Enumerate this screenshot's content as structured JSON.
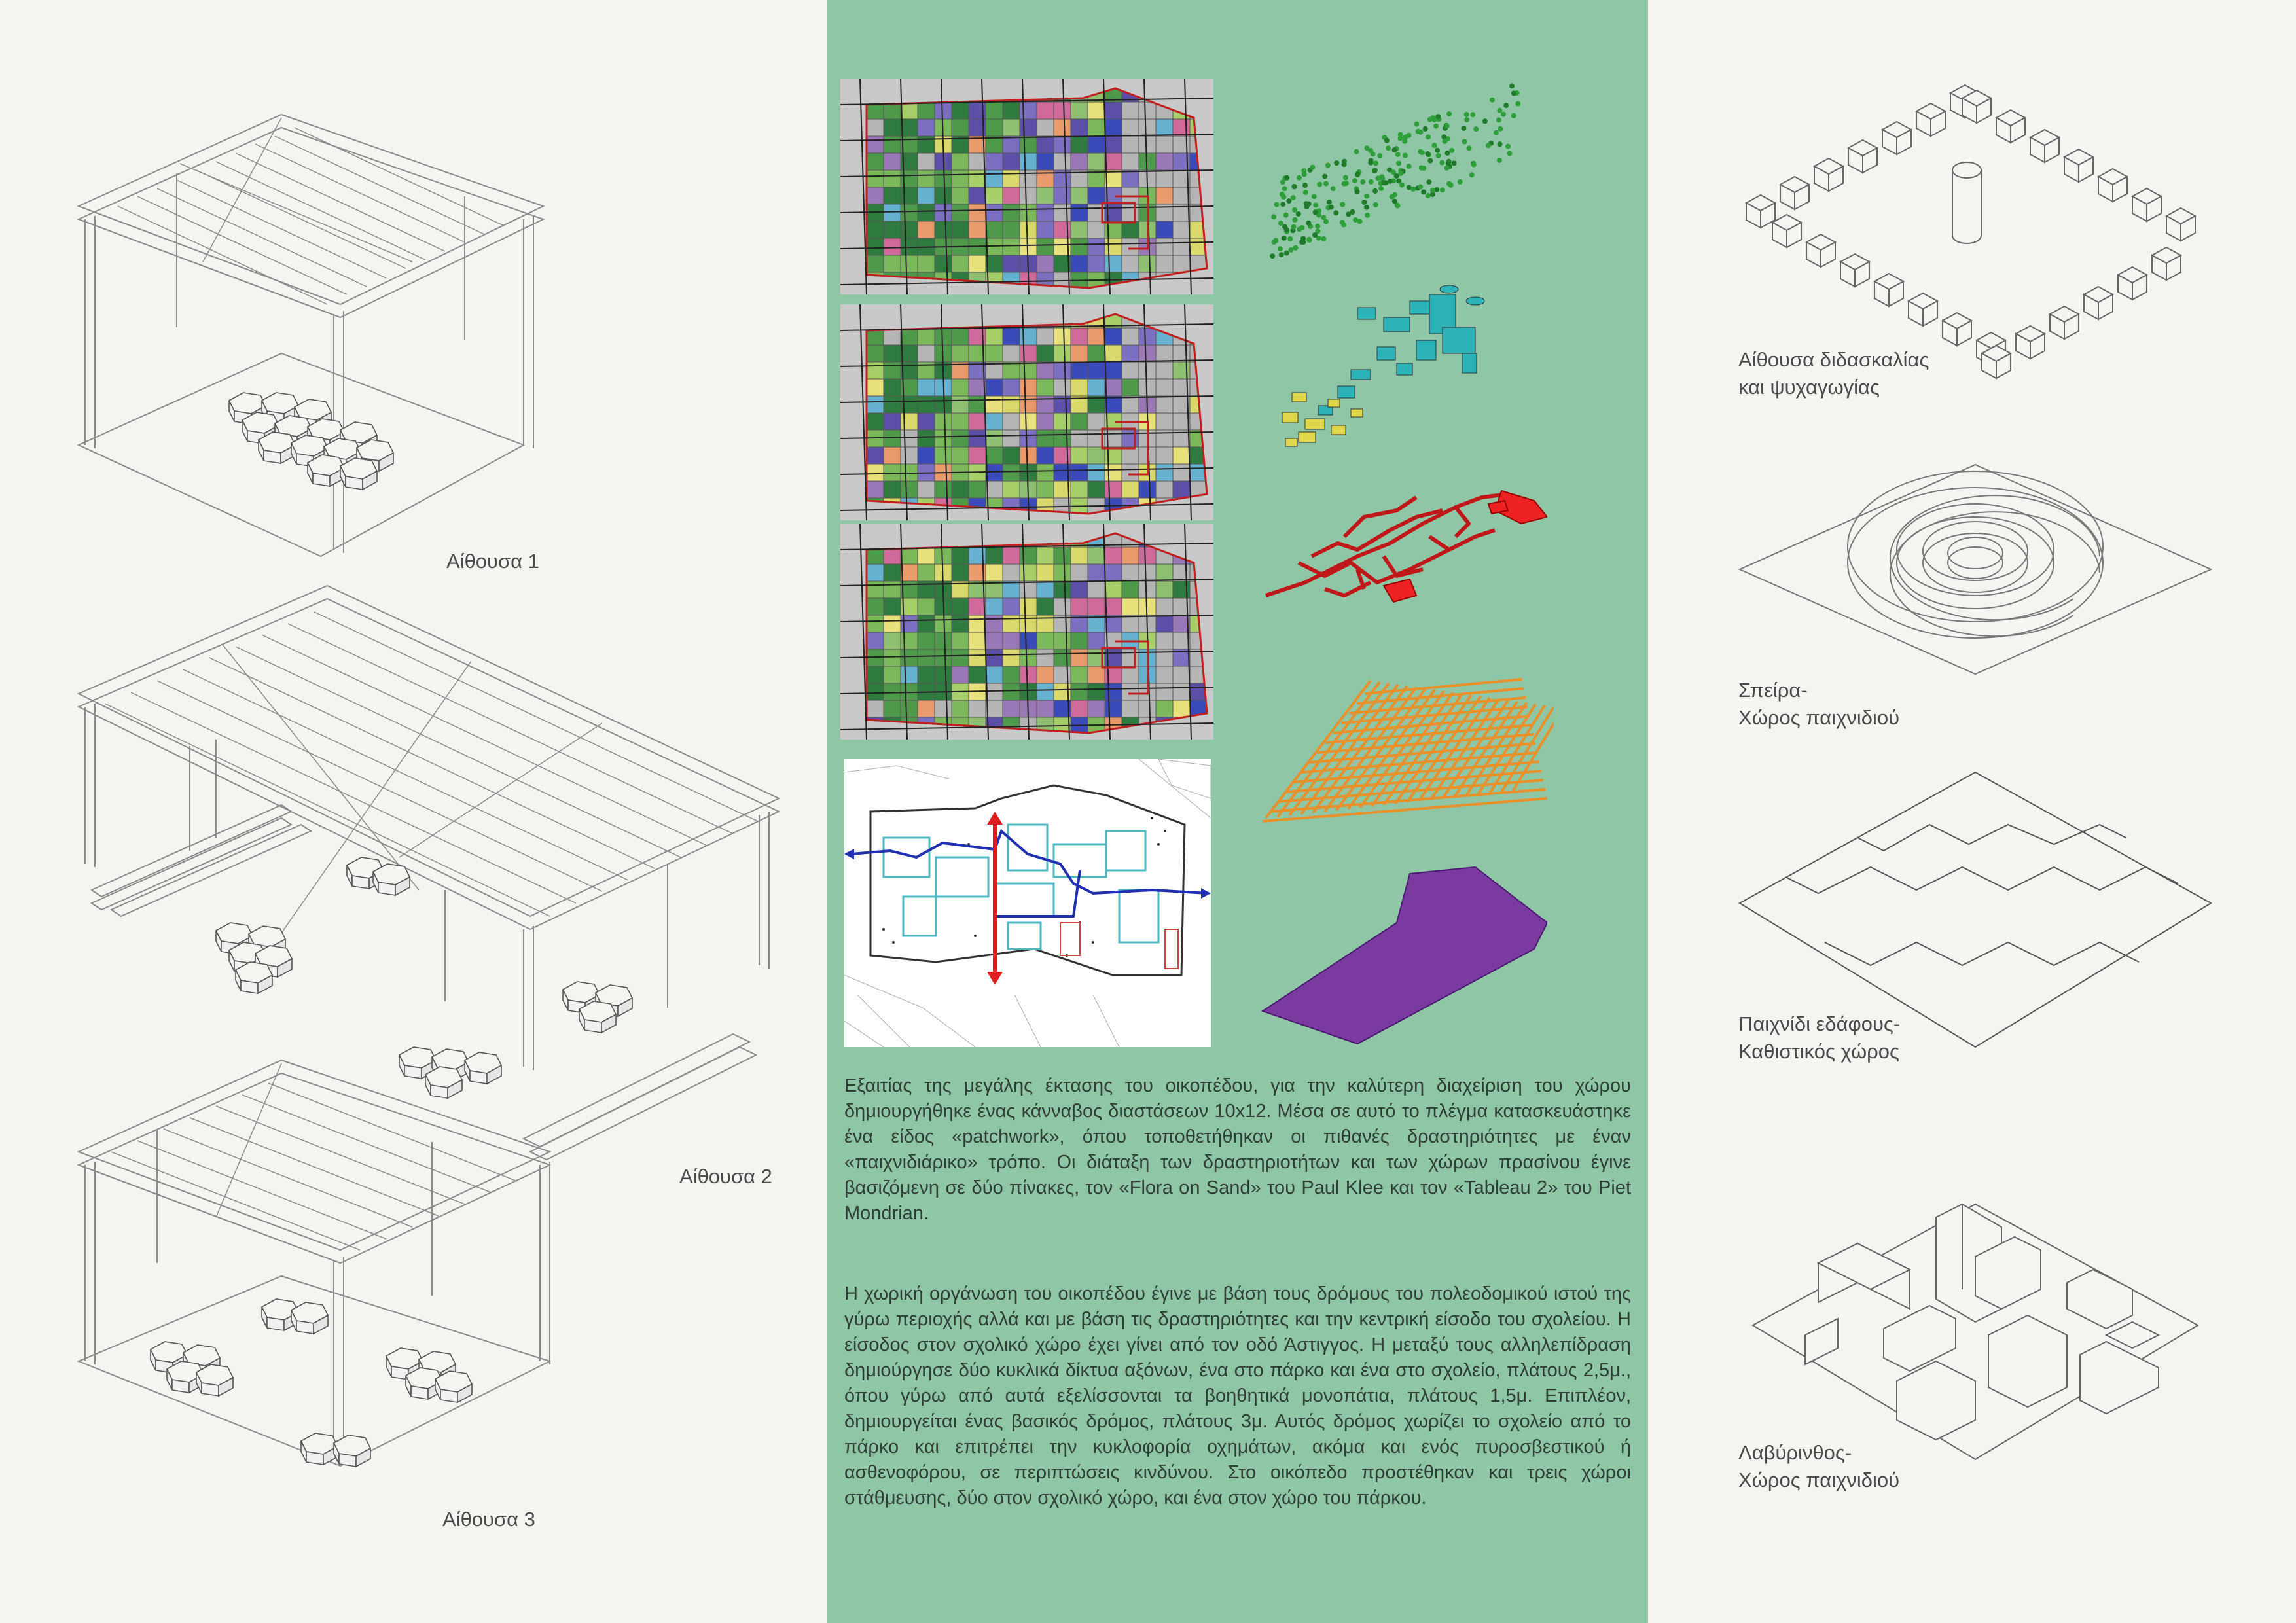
{
  "left_panel": {
    "captions": {
      "room1": "Αίθουσα 1",
      "room2": "Αίθουσα 2",
      "room3": "Αίθουσα 3"
    }
  },
  "middle_panel": {
    "background_color": "#8ec6a6",
    "paragraphs": [
      "Εξαιτίας της μεγάλης έκτασης του οικοπέδου, για την καλύτερη διαχείριση του χώρου δημιουργήθηκε ένας κάνναβος διαστάσεων 10x12. Μέσα σε αυτό το πλέγμα κατασκευάστηκε ένα είδος «patchwork», όπου τοποθετήθηκαν οι πιθανές δραστηριότητες με έναν «παιχνιδιάρικο» τρόπο. Οι διάταξη των δραστηριοτήτων και των χώρων πρασίνου έγινε βασιζόμενη σε δύο πίνακες, τον «Flora on Sand» του Paul Klee και τον «Tableau 2» του Piet Mondrian.",
      "Η χωρική οργάνωση του οικοπέδου έγινε με βάση τους δρόμους του πολεοδομικού ιστού της γύρω περιοχής αλλά και με βάση τις δραστηριότητες και την κεντρική είσοδο του σχολείου. Η είσοδος στον σχολικό χώρο έχει γίνει από τον οδό Άστιγγος. Η μεταξύ τους αλληλεπίδραση δημιούργησε δύο κυκλικά δίκτυα αξόνων, ένα στο πάρκο και ένα στο σχολείο, πλάτους 2,5μ., όπου γύρω από αυτά εξελίσσονται τα βοηθητικά μονοπάτια, πλάτους 1,5μ. Επιπλέον, δημιουργείται ένας βασικός δρόμος, πλάτους 3μ. Αυτός δρόμος χωρίζει το σχολείο από το πάρκο και επιτρέπει την κυκλοφορία οχημάτων, ακόμα και ενός πυροσβεστικού ή ασθενοφόρου, σε περιπτώσεις κινδύνου. Στο οικόπεδο προστέθηκαν και τρεις χώροι στάθμευσης, δύο στον σχολικό χώρο, και ένα στον χώρο του πάρκου."
    ],
    "colors": {
      "tree_green": "#2e9e3a",
      "cyan_layer": "#2bb3b8",
      "yellow_layer": "#e0d84a",
      "path_red": "#c01818",
      "grid_orange": "#e8902a",
      "site_purple": "#7a3aa0",
      "axis_red": "#e02020",
      "axis_blue": "#2030b0"
    }
  },
  "right_panel": {
    "captions": {
      "classroom_line1": "Αίθουσα διδασκαλίας",
      "classroom_line2": "και ψυχαγωγίας",
      "spiral_line1": "Σπείρα-",
      "spiral_line2": "Χώρος παιχνιδιού",
      "ground_line1": "Παιχνίδι εδάφους-",
      "ground_line2": "Καθιστικός χώρος",
      "maze_line1": "Λαβύρινθος-",
      "maze_line2": "Χώρος παιχνιδιού"
    }
  }
}
